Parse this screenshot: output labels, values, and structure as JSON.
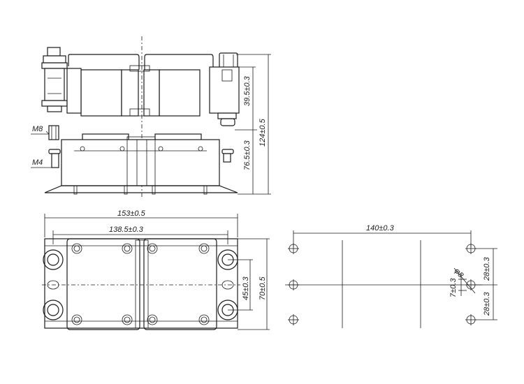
{
  "dimensions": {
    "m8": "M8",
    "m4": "M4",
    "d_39_5": "39.5±0.3",
    "d_124": "124±0.5",
    "d_76_5": "76.5±0.3",
    "d_153": "153±0.5",
    "d_138_5": "138.5±0.3",
    "d_45": "45±0.3",
    "d_70": "70±0.5",
    "d_140": "140±0.3",
    "d_phi8": "φ8",
    "d_7": "7±0.3",
    "d_28_top": "28±0.3",
    "d_28_bottom": "28±0.3"
  },
  "colors": {
    "line": "#1a1a1a",
    "background": "#ffffff"
  }
}
